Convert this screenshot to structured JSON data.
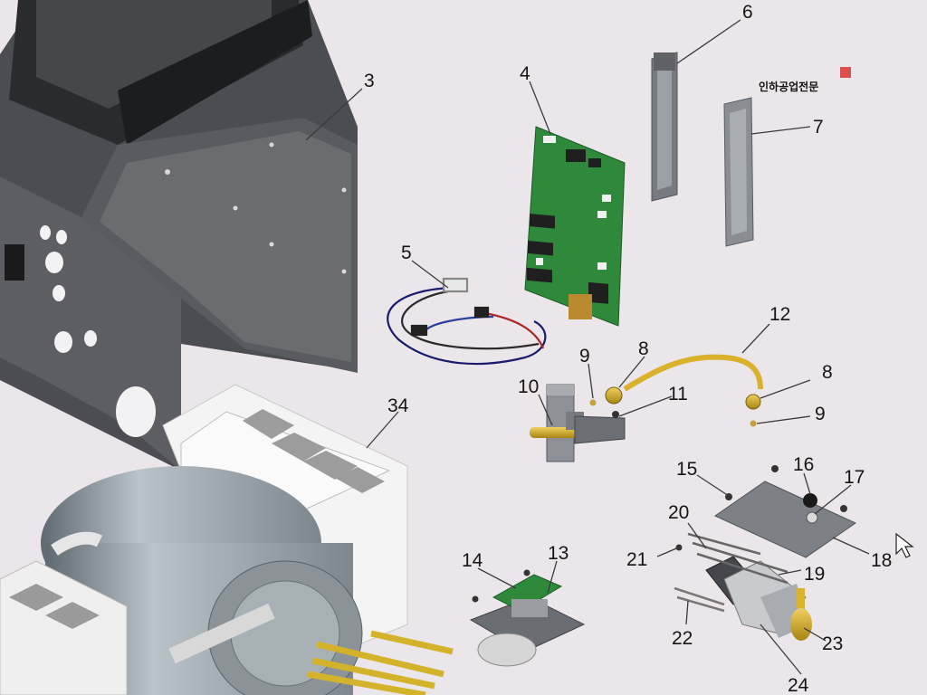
{
  "diagram": {
    "labels": [
      "3",
      "4",
      "5",
      "6",
      "7",
      "8",
      "8",
      "9",
      "9",
      "10",
      "11",
      "12",
      "13",
      "14",
      "15",
      "16",
      "17",
      "18",
      "19",
      "20",
      "21",
      "22",
      "23",
      "24",
      "34"
    ]
  },
  "watermark": {
    "text": "인하공업전문"
  },
  "colors": {
    "background": "#ebe6ea",
    "pcb_green": "#2e8a3a",
    "housing_dark": "#3c3d40",
    "brass": "#c9a227",
    "panel_grey": "#6b6c70"
  }
}
